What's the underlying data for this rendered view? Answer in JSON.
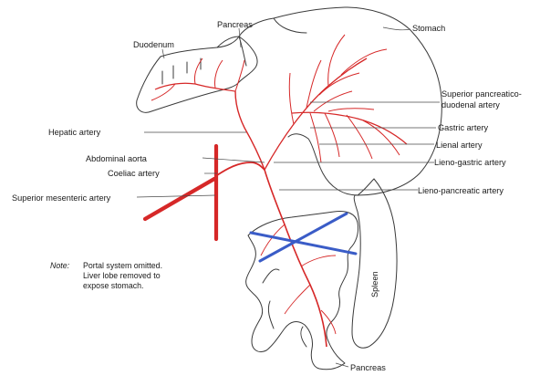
{
  "figure": {
    "colors": {
      "artery": "#d62828",
      "outline": "#3a3a3a",
      "marker": "#3a5cc7",
      "background": "#ffffff"
    },
    "labels": {
      "pancreas_top": "Pancreas",
      "stomach": "Stomach",
      "duodenum": "Duodenum",
      "sup_pancreatico_1": "Superior pancreatico-",
      "sup_pancreatico_2": "duodenal artery",
      "hepatic_artery": "Hepatic artery",
      "gastric_artery": "Gastric artery",
      "lienal_artery": "Lienal artery",
      "abdominal_aorta": "Abdominal aorta",
      "lieno_gastric_artery": "Lieno-gastric artery",
      "coeliac_artery": "Coeliac artery",
      "lieno_pancreatic_artery": "Lieno-pancreatic artery",
      "superior_mesenteric_artery": "Superior mesenteric artery",
      "spleen": "Spleen",
      "pancreas_bottom": "Pancreas"
    },
    "note": {
      "prefix": "Note:",
      "line1": "Portal system omitted.",
      "line2": "Liver lobe removed to",
      "line3": "expose stomach."
    }
  }
}
